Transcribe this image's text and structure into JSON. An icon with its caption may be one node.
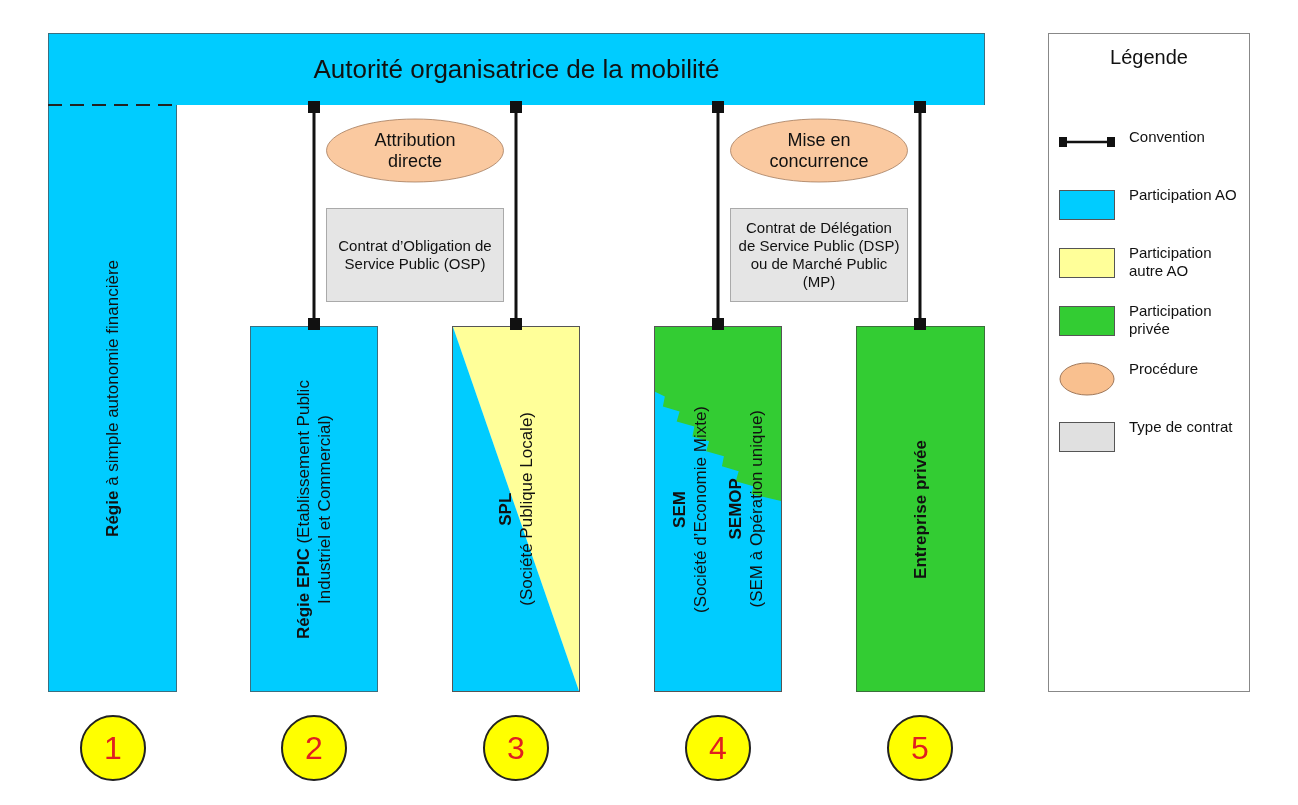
{
  "diagram": {
    "nodes": [
      {
        "text": [
          "Autorité organisatrice de la mobilité"
        ]
      },
      {
        "text": [
          "**Régie** à simple autonomie financière"
        ]
      },
      {
        "text": [
          "Attribution directe"
        ]
      },
      {
        "text": [
          "Mise en concurrence"
        ]
      },
      {
        "text": [
          "Contrat d’Obligation de Service Public (OSP)"
        ]
      },
      {
        "text": [
          "Contrat de Délégation de Service Public (DSP) ou de Marché Public (MP)"
        ]
      },
      {
        "text": [
          "**Régie EPIC** (Etablissement Public Industriel et Commercial)"
        ]
      },
      {
        "text": [
          "**SPL** (Société Publique Locale)"
        ]
      },
      {
        "text": [
          "**SEM** (Société d’Economie Mixte)",
          "**SEMOP** (SEM à Opération unique)"
        ]
      },
      {
        "text": [
          "Entreprise privée"
        ]
      },
      {
        "text": [
          "1"
        ]
      },
      {
        "text": [
          "2"
        ]
      },
      {
        "text": [
          "3"
        ]
      },
      {
        "text": [
          "4"
        ]
      },
      {
        "text": [
          "5"
        ]
      }
    ],
    "edges": [
      {
        "from": 0,
        "to": 6,
        "arrow": "other"
      },
      {
        "from": 0,
        "to": 7,
        "arrow": "other"
      },
      {
        "from": 0,
        "to": 8,
        "arrow": "other"
      },
      {
        "from": 0,
        "to": 9,
        "arrow": "other"
      }
    ],
    "labels": [
      "Légende"
    ],
    "legend": [
      {
        "text": "Convention"
      },
      {
        "text": "Participation AO",
        "color": "#00ccff"
      },
      {
        "text": "Participation autre AO",
        "color": "#ffff99"
      },
      {
        "text": "Participation privée",
        "color": "#33cc33"
      },
      {
        "text": "Procédure"
      },
      {
        "text": "Type de contrat",
        "color": "#e0e0e0"
      }
    ]
  }
}
